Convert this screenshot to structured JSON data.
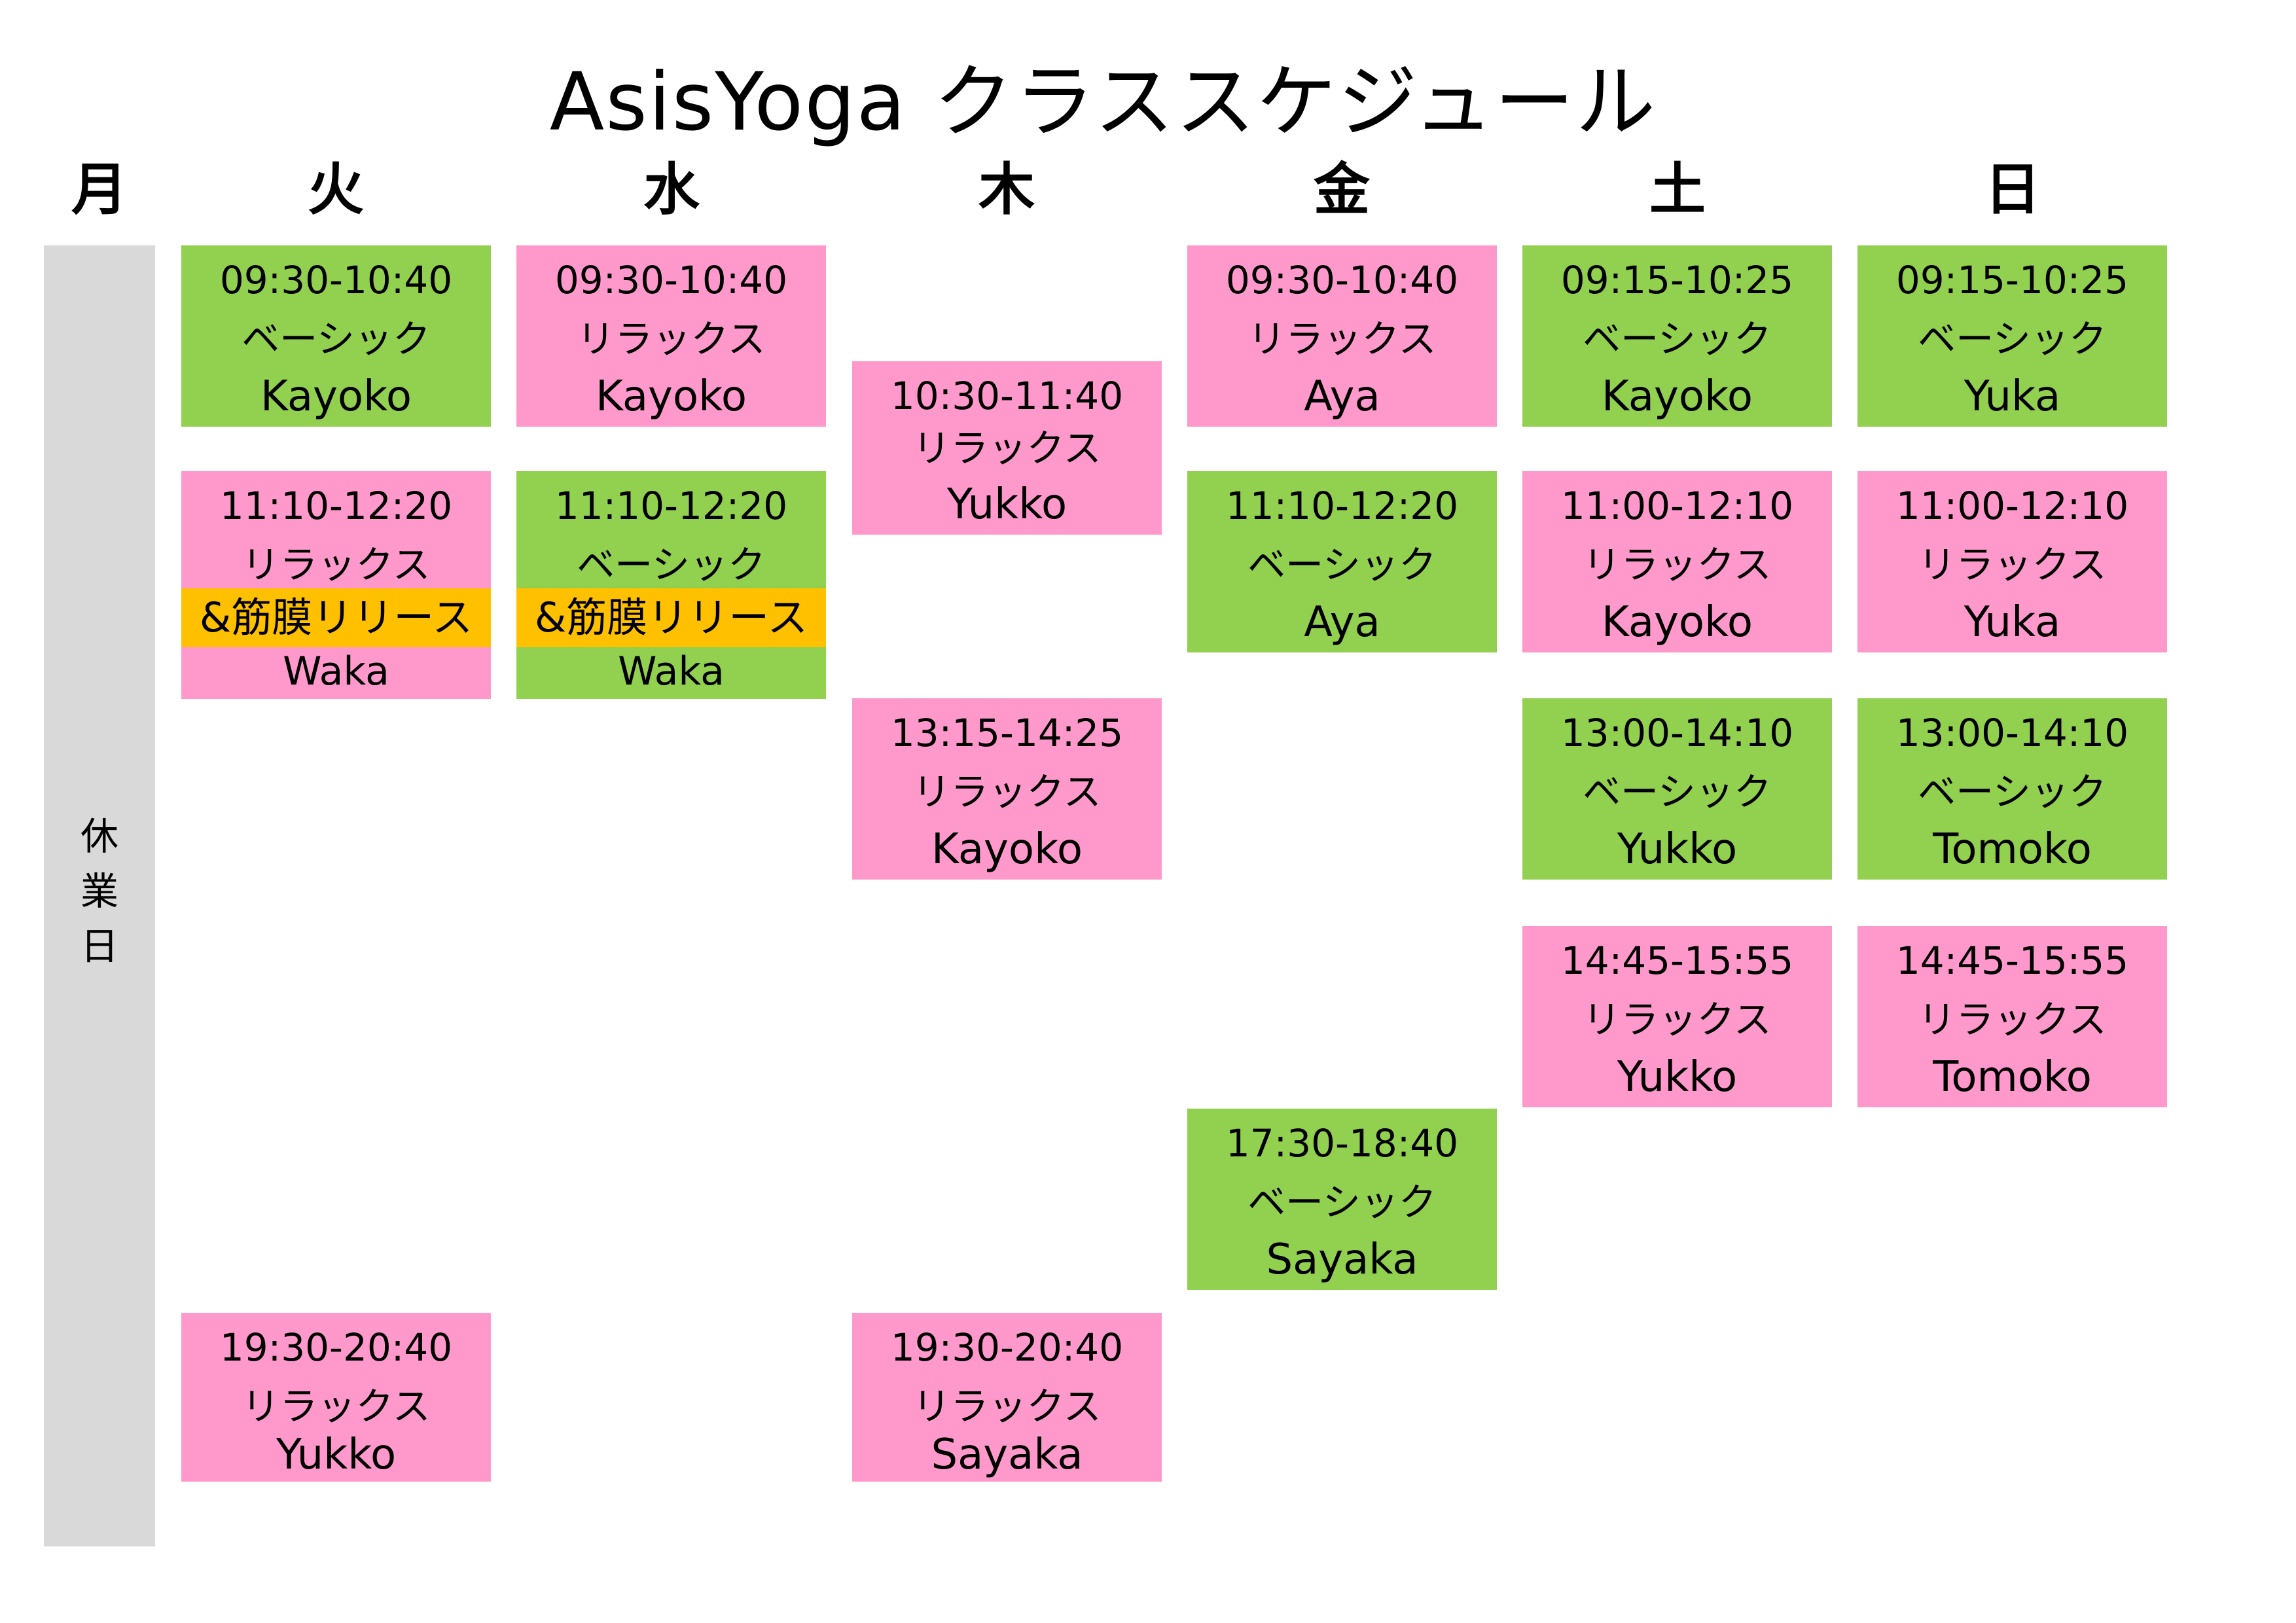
{
  "title": "AsisYoga  クラススケジュール",
  "days": [
    "月",
    "火",
    "水",
    "木",
    "金",
    "土",
    "日"
  ],
  "closed_label": "休\n業\n日",
  "colors": {
    "relax": "#ff99cc",
    "basic": "#92d050",
    "fascia_band": "#ffc000",
    "closed": "#d9d9d9"
  },
  "classes": {
    "tue": [
      {
        "time": "09:30-10:40",
        "type": "ベーシック",
        "instructor": "Kayoko"
      },
      {
        "time": "11:10-12:20",
        "type": "リラックス",
        "extra": "&筋膜リリース",
        "instructor": "Waka"
      },
      {
        "time": "19:30-20:40",
        "type": "リラックス",
        "instructor": "Yukko"
      }
    ],
    "wed": [
      {
        "time": "09:30-10:40",
        "type": "リラックス",
        "instructor": "Kayoko"
      },
      {
        "time": "11:10-12:20",
        "type": "ベーシック",
        "extra": "&筋膜リリース",
        "instructor": "Waka"
      }
    ],
    "thu": [
      {
        "time": "10:30-11:40",
        "type": "リラックス",
        "instructor": "Yukko"
      },
      {
        "time": "13:15-14:25",
        "type": "リラックス",
        "instructor": "Kayoko"
      },
      {
        "time": "19:30-20:40",
        "type": "リラックス",
        "instructor": "Sayaka"
      }
    ],
    "fri": [
      {
        "time": "09:30-10:40",
        "type": "リラックス",
        "instructor": "Aya"
      },
      {
        "time": "11:10-12:20",
        "type": "ベーシック",
        "instructor": "Aya"
      },
      {
        "time": "17:30-18:40",
        "type": "ベーシック",
        "instructor": "Sayaka"
      }
    ],
    "sat": [
      {
        "time": "09:15-10:25",
        "type": "ベーシック",
        "instructor": "Kayoko"
      },
      {
        "time": "11:00-12:10",
        "type": "リラックス",
        "instructor": "Kayoko"
      },
      {
        "time": "13:00-14:10",
        "type": "ベーシック",
        "instructor": "Yukko"
      },
      {
        "time": "14:45-15:55",
        "type": "リラックス",
        "instructor": "Yukko"
      }
    ],
    "sun": [
      {
        "time": "09:15-10:25",
        "type": "ベーシック",
        "instructor": "Yuka"
      },
      {
        "time": "11:00-12:10",
        "type": "リラックス",
        "instructor": "Yuka"
      },
      {
        "time": "13:00-14:10",
        "type": "ベーシック",
        "instructor": "Tomoko"
      },
      {
        "time": "14:45-15:55",
        "type": "リラックス",
        "instructor": "Tomoko"
      }
    ]
  }
}
